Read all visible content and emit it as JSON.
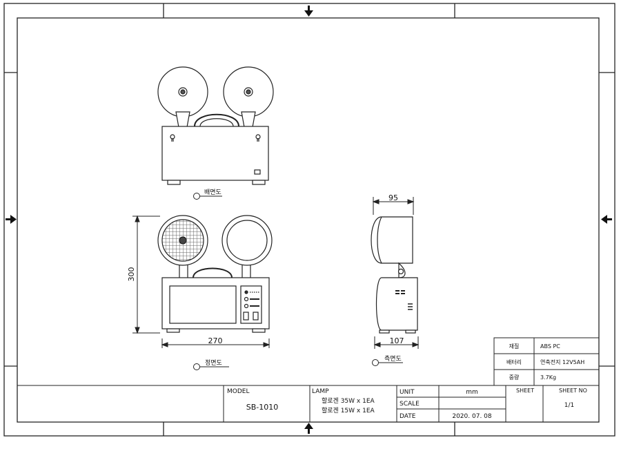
{
  "views": {
    "rear_label": "배면도",
    "front_label": "정면도",
    "side_label": "측면도"
  },
  "dimensions": {
    "height": "300",
    "width": "270",
    "side_head": "95",
    "side_body": "107"
  },
  "specs": [
    {
      "key": "재질",
      "value": "ABS PC"
    },
    {
      "key": "배터리",
      "value": "연축전지 12V5AH"
    },
    {
      "key": "중량",
      "value": "3.7Kg"
    }
  ],
  "title_block": {
    "model_label": "MODEL",
    "model_value": "SB-1010",
    "lamp_label": "LAMP",
    "lamp_line1": "할로겐 35W x 1EA",
    "lamp_line2": "할로겐 15W x 1EA",
    "unit_label": "UNIT",
    "unit_value": "mm",
    "scale_label": "SCALE",
    "scale_value": "",
    "date_label": "DATE",
    "date_value": "2020. 07. 08",
    "sheet_label": "SHEET",
    "sheet_no_label": "SHEET NO",
    "sheet_no_value": "1/1"
  }
}
